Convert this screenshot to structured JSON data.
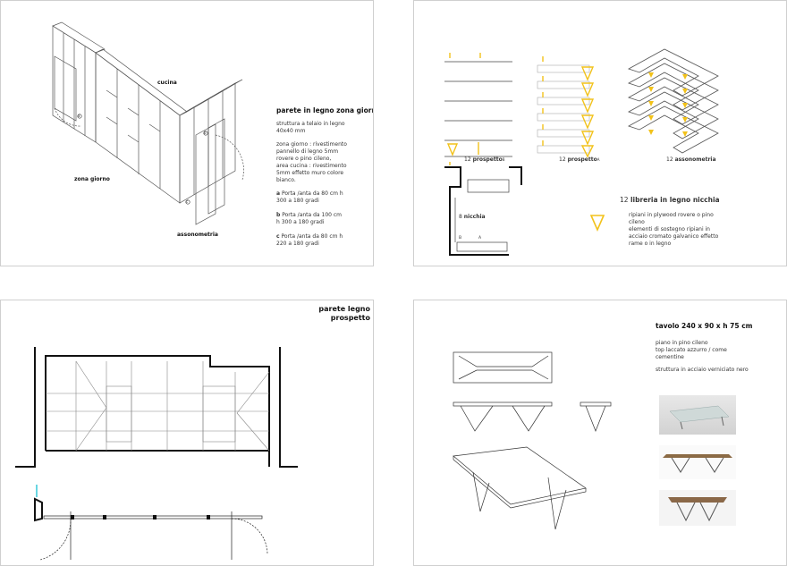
{
  "sheet1": {
    "label_cucina": "cucina",
    "label_zona_giorno": "zona giorno",
    "label_assonometria": "assonometria",
    "marker_a": "a",
    "marker_b": "b",
    "marker_c": "c",
    "title": "parete in legno  zona giorno",
    "line1": "struttura a telaio in legno",
    "line2": "40x40 mm",
    "line3": "zona giorno : rivestimento",
    "line4": "pannello di legno 5mm",
    "line5": "rovere o pino cileno,",
    "line6": "area cucina : rivestimento",
    "line7": "5mm effetto muro colore",
    "line8": "bianco.",
    "door_a_letter": "a",
    "door_a_1": " Porta /anta da 80 cm h",
    "door_a_2": "300 a 180 gradi",
    "door_b_letter": "b",
    "door_b_1": " Porta /anta da 100 cm",
    "door_b_2": "h 300 a 180 gradi",
    "door_c_letter": "c",
    "door_c_1": " Porta /anta da 80 cm h",
    "door_c_2": "220 a 180 gradi"
  },
  "sheet2": {
    "label_prospetto_b_num": "12",
    "label_prospetto_b": "prospetto",
    "label_prospetto_b_letter": "B",
    "label_prospetto_a_num": "12",
    "label_prospetto_a": "prospetto",
    "label_prospetto_a_letter": "A",
    "label_assonometria_num": "12",
    "label_assonometria": "assonometria",
    "label_nicchia_num": "8",
    "label_nicchia": "nicchia",
    "plan_letter_b": "B",
    "plan_letter_a": "A",
    "title_num": "12",
    "title": "libreria in legno nicchia",
    "line1": "ripiani in plywood rovere o pino",
    "line2": "cileno",
    "line3": "elementi di sostegno ripiani in",
    "line4": "acciaio cromato galvanico effetto",
    "line5": "rame o in legno",
    "colors": {
      "accent": "#f2c21a"
    }
  },
  "sheet3": {
    "title1": "parete legno",
    "title2": "prospetto"
  },
  "sheet4": {
    "title": "tavolo 240 x 90 x h 75 cm",
    "line1": "piano in pino cileno",
    "line2": "top laccato azzurro / come",
    "line3": "cementine",
    "line4": "struttura in acciaio verniciato nero"
  }
}
